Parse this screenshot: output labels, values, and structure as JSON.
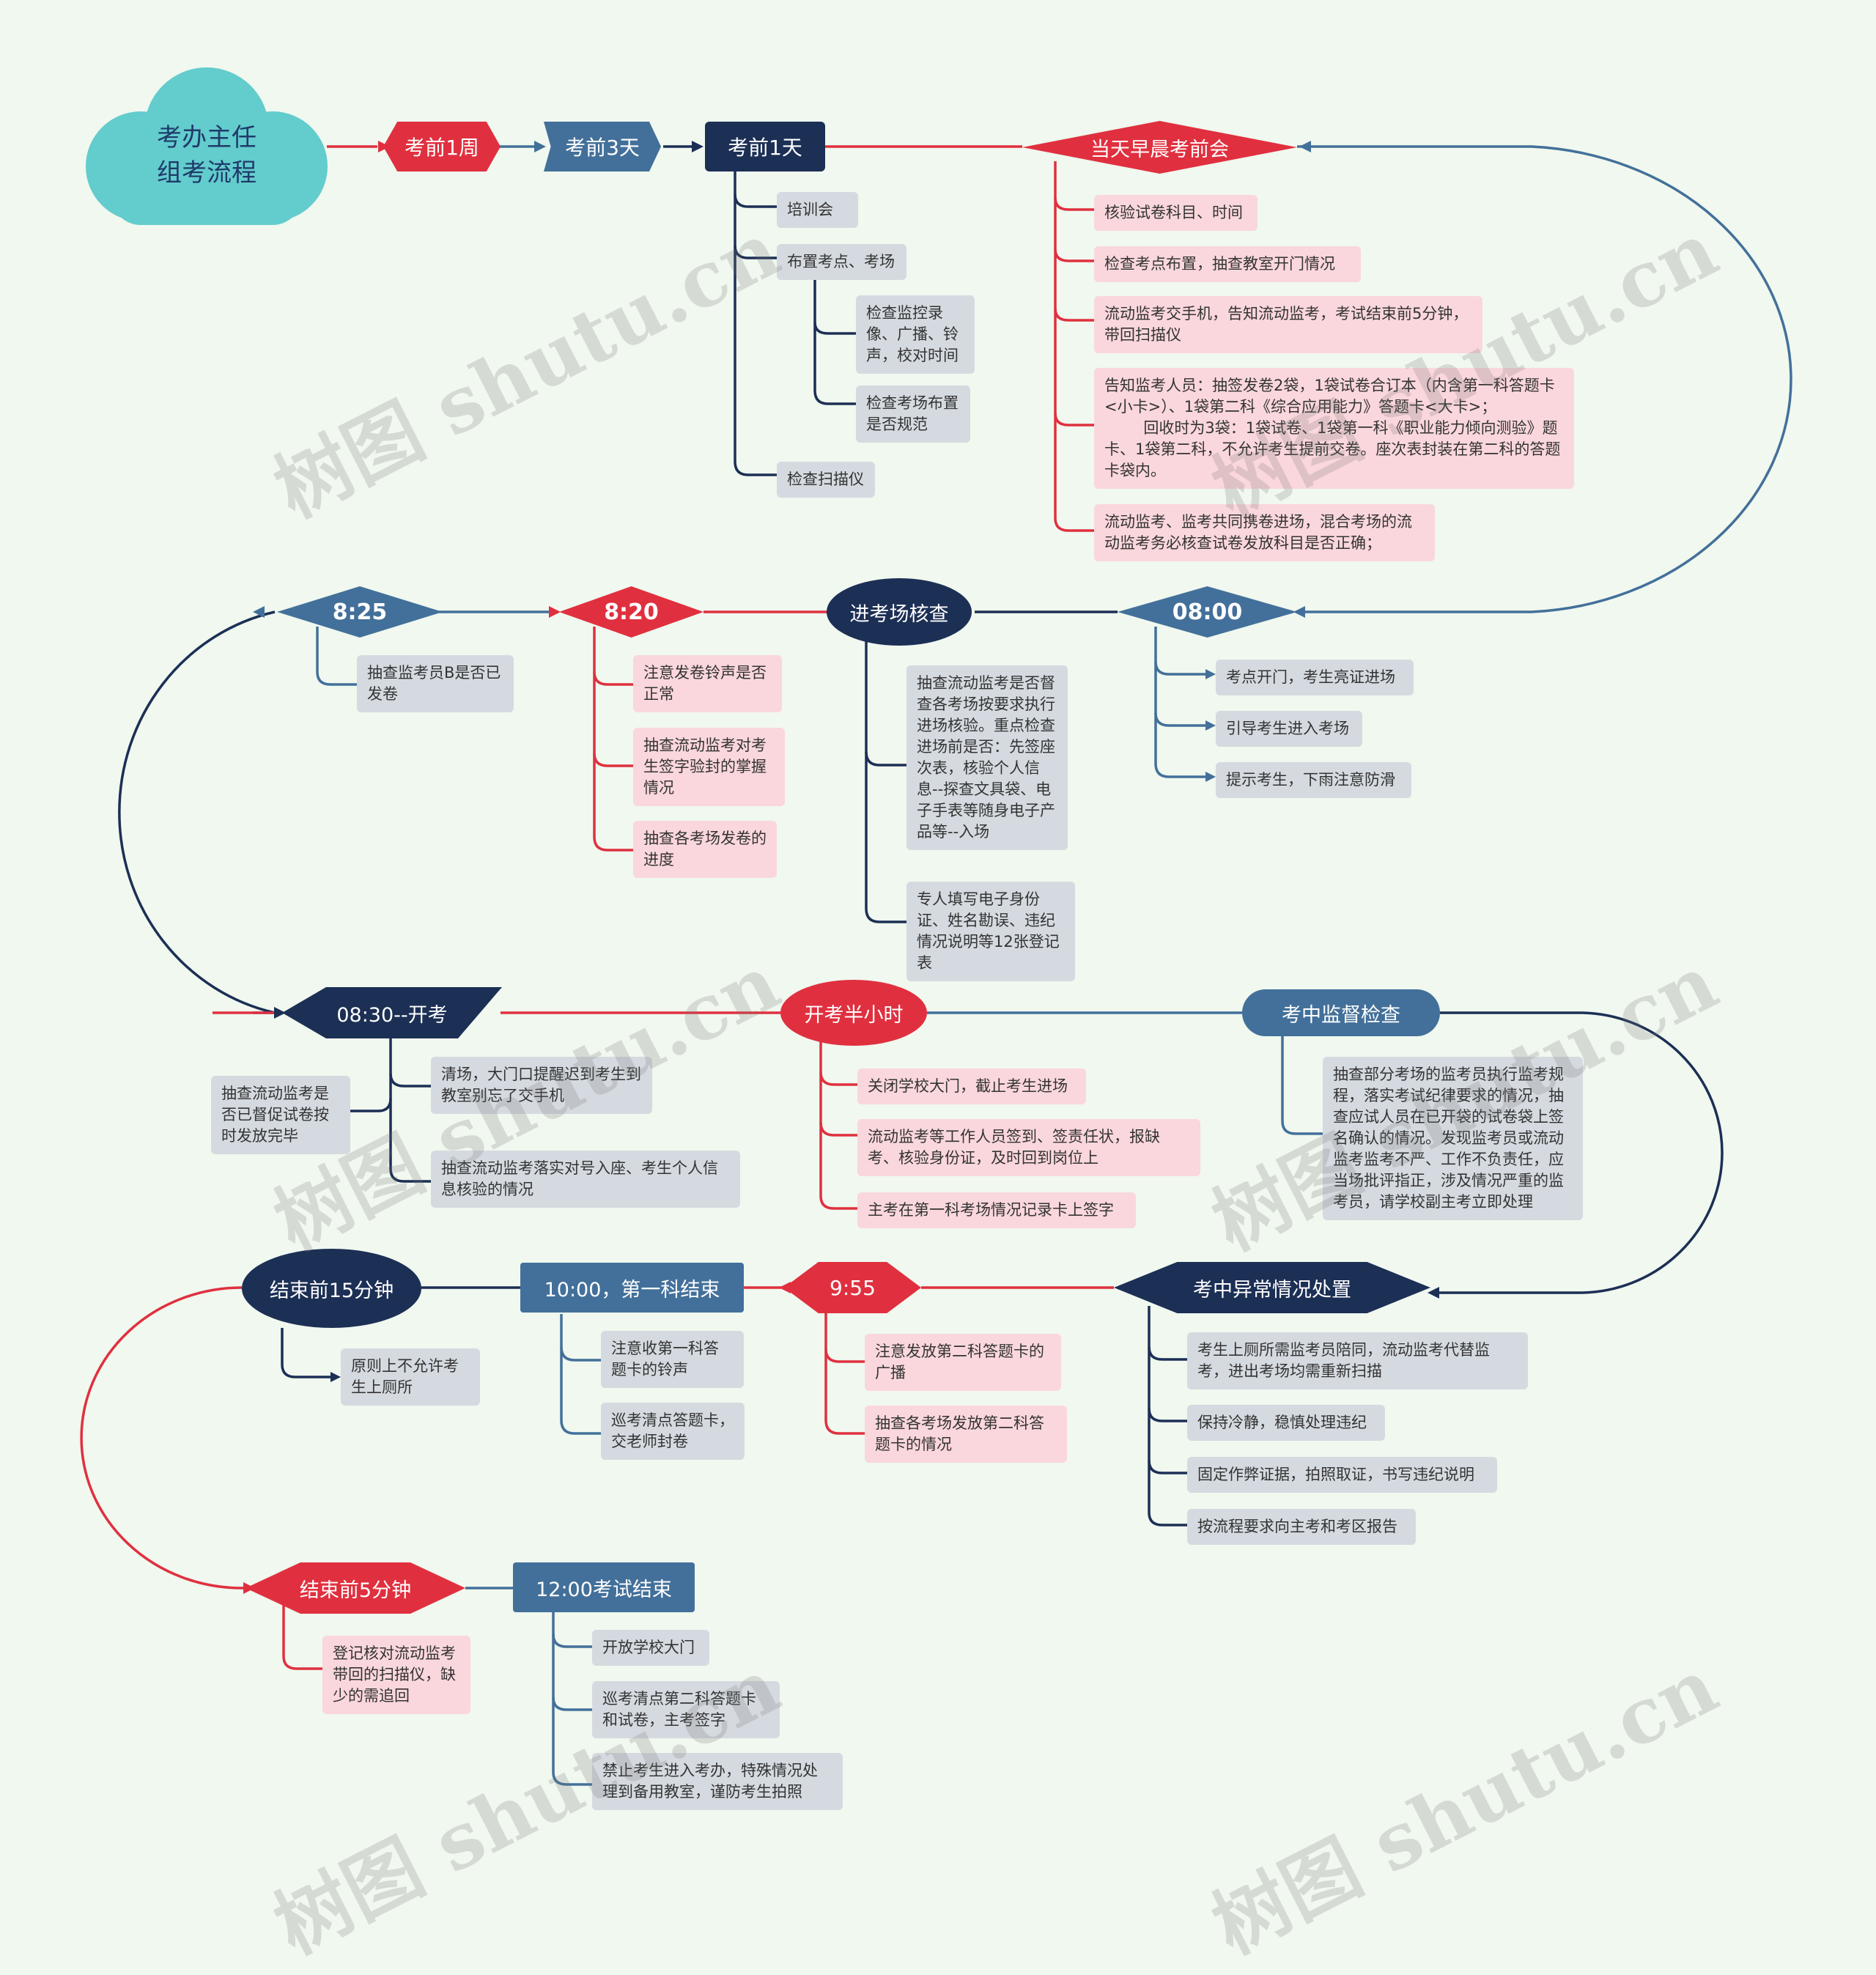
{
  "root": {
    "line1": "考办主任",
    "line2": "组考流程"
  },
  "milestones": {
    "week": "考前1周",
    "days3": "考前3天",
    "day1": "考前1天",
    "morning_meeting": "当天早晨考前会",
    "t0800": "08:00",
    "entry_check": "进考场核查",
    "t0820": "8:20",
    "t0825": "8:25",
    "t0830": "08:30--开考",
    "half_hour": "开考半小时",
    "supervision": "考中监督检查",
    "anomaly": "考中异常情况处置",
    "t0955": "9:55",
    "t1000": "10:00，第一科结束",
    "end15": "结束前15分钟",
    "end5": "结束前5分钟",
    "t1200": "12:00考试结束"
  },
  "items": {
    "d1_1": "培训会",
    "d1_2": "布置考点、考场",
    "d1_2a": "检查监控录像、广播、铃声，校对时间",
    "d1_2b": "检查考场布置是否规范",
    "d1_3": "检查扫描仪",
    "m_1": "核验试卷科目、时间",
    "m_2": "检查考点布置，抽查教室开门情况",
    "m_3": "流动监考交手机，告知流动监考，考试结束前5分钟，带回扫描仪",
    "m_4": "告知监考人员：抽签发卷2袋，1袋试卷合订本（内含第一科答题卡<小卡>）、1袋第二科《综合应用能力》答题卡<大卡>；\n        回收时为3袋：1袋试卷、1袋第一科《职业能力倾向测验》题卡、1袋第二科，不允许考生提前交卷。座次表封装在第二科的答题卡袋内。",
    "m_5": "流动监考、监考共同携卷进场，混合考场的流动监考务必核查试卷发放科目是否正确；",
    "e0800_1": "考点开门，考生亮证进场",
    "e0800_2": "引导考生进入考场",
    "e0800_3": "提示考生，下雨注意防滑",
    "ec_1": "抽查流动监考是否督查各考场按要求执行进场核验。重点检查进场前是否：先签座次表，核验个人信息--探查文具袋、电子手表等随身电子产品等--入场",
    "ec_2": "专人填写电子身份证、姓名勘误、违纪情况说明等12张登记表",
    "t0820_1": "注意发卷铃声是否正常",
    "t0820_2": "抽查流动监考对考生签字验封的掌握情况",
    "t0820_3": "抽查各考场发卷的进度",
    "t0825_1": "抽查监考员B是否已发卷",
    "t0830_1": "清场，大门口提醒迟到考生到教室别忘了交手机",
    "t0830_2": "抽查流动监考落实对号入座、考生个人信息核验的情况",
    "t0830_3": "抽查流动监考是否已督促试卷按时发放完毕",
    "hh_1": "关闭学校大门，截止考生进场",
    "hh_2": "流动监考等工作人员签到、签责任状，报缺考、核验身份证，及时回到岗位上",
    "hh_3": "主考在第一科考场情况记录卡上签字",
    "sup_1": "抽查部分考场的监考员执行监考规程，落实考试纪律要求的情况，抽查应试人员在已开袋的试卷袋上签名确认的情况。发现监考员或流动监考监考不严、工作不负责任，应当场批评指正，涉及情况严重的监考员，请学校副主考立即处理",
    "an_1": "考生上厕所需监考员陪同，流动监考代替监考，进出考场均需重新扫描",
    "an_2": "保持冷静，稳慎处理违纪",
    "an_3": "固定作弊证据，拍照取证，书写违纪说明",
    "an_4": "按流程要求向主考和考区报告",
    "t0955_1": "注意发放第二科答题卡的广播",
    "t0955_2": "抽查各考场发放第二科答题卡的情况",
    "t1000_1": "注意收第一科答题卡的铃声",
    "t1000_2": "巡考清点答题卡，交老师封卷",
    "e15_1": "原则上不允许考生上厕所",
    "e5_1": "登记核对流动监考带回的扫描仪，缺少的需追回",
    "t1200_1": "开放学校大门",
    "t1200_2": "巡考清点第二科答题卡和试卷，主考签字",
    "t1200_3": "禁止考生进入考办，特殊情况处理到备用教室，谨防考生拍照"
  },
  "watermark": "树图 shutu.cn",
  "colors": {
    "red": "#e0303f",
    "navy": "#1c2f55",
    "steel": "#43709a",
    "cloud": "#63cccd",
    "pink_box": "#fad7dc",
    "gray_box": "#d5dae0"
  }
}
